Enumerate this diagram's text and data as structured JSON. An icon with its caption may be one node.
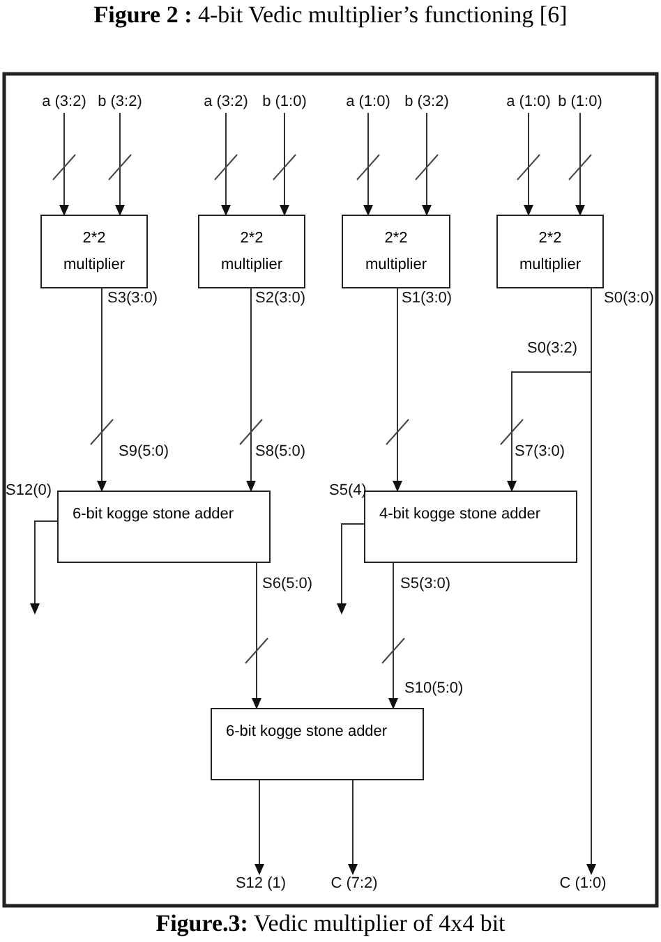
{
  "diagram": {
    "title": "**Figure 2 :** 4-bit Vedic multiplier’s functioning [6]",
    "caption": "**Figure.3:** Vedic multiplier of 4x4 bit",
    "nodes": [
      {
        "text": [
          "a (3:2)"
        ]
      },
      {
        "text": [
          "b (3:2)"
        ]
      },
      {
        "text": [
          "a (3:2)"
        ]
      },
      {
        "text": [
          "b (1:0)"
        ]
      },
      {
        "text": [
          "a (1:0)"
        ]
      },
      {
        "text": [
          "b (3:2)"
        ]
      },
      {
        "text": [
          "a (1:0)"
        ]
      },
      {
        "text": [
          "b (1:0)"
        ]
      },
      {
        "text": [
          "2*2 multiplier"
        ]
      },
      {
        "text": [
          "2*2 multiplier"
        ]
      },
      {
        "text": [
          "2*2 multiplier"
        ]
      },
      {
        "text": [
          "2*2 multiplier"
        ]
      },
      {
        "text": [
          "6-bit kogge stone adder"
        ]
      },
      {
        "text": [
          "4-bit kogge stone adder"
        ]
      },
      {
        "text": [
          "6-bit kogge stone adder"
        ]
      },
      {
        "text": [
          "S12 (1)"
        ]
      },
      {
        "text": [
          "C (7:2)"
        ]
      },
      {
        "text": [
          "C (1:0)"
        ]
      }
    ],
    "edges": [
      {
        "from": 0,
        "to": 8,
        "arrow": "to"
      },
      {
        "from": 1,
        "to": 8,
        "arrow": "to"
      },
      {
        "from": 2,
        "to": 9,
        "arrow": "to"
      },
      {
        "from": 3,
        "to": 9,
        "arrow": "to"
      },
      {
        "from": 4,
        "to": 10,
        "arrow": "to"
      },
      {
        "from": 5,
        "to": 10,
        "arrow": "to"
      },
      {
        "from": 6,
        "to": 11,
        "arrow": "to"
      },
      {
        "from": 7,
        "to": 11,
        "arrow": "to"
      },
      {
        "from": 8,
        "to": 12,
        "arrow": "to",
        "label": "S3(3:0)"
      },
      {
        "from": 9,
        "to": 12,
        "arrow": "to",
        "label": "S2(3:0)"
      },
      {
        "from": 10,
        "to": 13,
        "arrow": "to",
        "label": "S1(3:0)"
      },
      {
        "from": 11,
        "to": 17,
        "arrow": "to",
        "label": "S0(3:0)"
      },
      {
        "from": 11,
        "to": 13,
        "arrow": "to",
        "label": "S0(3:2)"
      },
      {
        "from": 12,
        "to": null,
        "arrow": "to",
        "label": "S12(0)"
      },
      {
        "from": 13,
        "to": null,
        "arrow": "to",
        "label": "S5(4)"
      },
      {
        "from": 12,
        "to": 14,
        "arrow": "to",
        "label": "S6(5:0)"
      },
      {
        "from": 13,
        "to": 14,
        "arrow": "to",
        "label": "S5(3:0)"
      },
      {
        "from": 14,
        "to": 15,
        "arrow": "to"
      },
      {
        "from": 14,
        "to": 16,
        "arrow": "to"
      }
    ],
    "labels": [
      "S9(5:0)",
      "S8(5:0)",
      "S7(3:0)",
      "S10(5:0)"
    ]
  }
}
